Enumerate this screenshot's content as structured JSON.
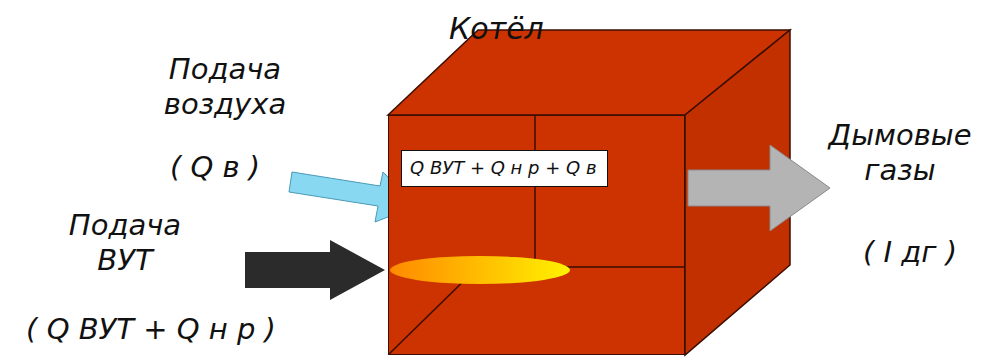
{
  "diagram": {
    "nodes": [
      {
        "text": [
          "Котёл"
        ]
      },
      {
        "text": [
          "Q ВУТ + Q н р + Q в"
        ],
        "in": 0
      }
    ],
    "labels": [
      "Подача воздуха",
      "( Q в )",
      "Подача ВУТ",
      "( Q ВУТ + Q н р )",
      "Дымовые газы",
      "( I дг )"
    ]
  }
}
